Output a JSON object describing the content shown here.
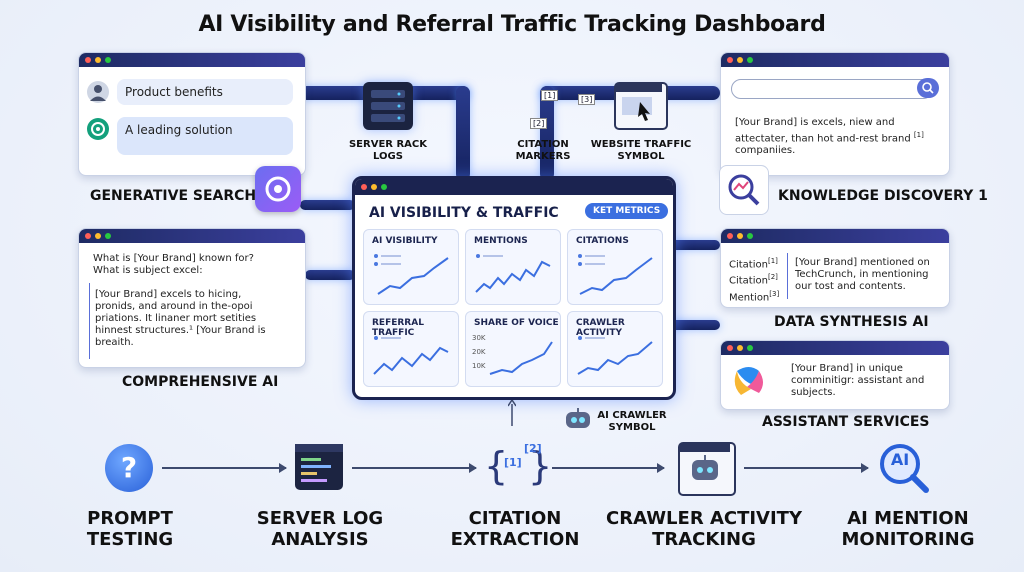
{
  "title": "AI Visibility and Referral Traffic Tracking Dashboard",
  "generative_search": {
    "label": "GENERATIVE SEARCH 1",
    "bubbles": [
      "Product benefits",
      "A leading solution"
    ]
  },
  "server_rack": {
    "label_line1": "SERVER RACK",
    "label_line2": "LOGS"
  },
  "citation_markers": {
    "label_line1": "CITATION",
    "label_line2": "MARKERS",
    "tags": [
      "[1]",
      "[3]",
      "[2]"
    ]
  },
  "website_traffic": {
    "label_line1": "WEBSITE TRAFFIC",
    "label_line2": "SYMBOL"
  },
  "knowledge_discovery": {
    "label": "KNOWLEDGE DISCOVERY 1",
    "text_line1": "[Your Brand] is excels, niew and",
    "text_line2": "attectater, than hot and-rest brand",
    "text_sup": "[1]",
    "text_line3": "companiies."
  },
  "comprehensive": {
    "label": "COMPREHENSIVE AI",
    "q1": "What is [Your Brand] known for?",
    "q2": "What is subject excel:",
    "a1": "[Your Brand] excels to hicing,",
    "a2": "pronids, and around in the-opoi",
    "a3": "priations. It linaner mort setities",
    "a4": "hinnest structures.¹ [Your Brand is",
    "a5": "breaith."
  },
  "dashboard": {
    "heading": "AI VISIBILITY & TRAFFIC",
    "badge": "KET METRICS",
    "tiles": [
      {
        "title": "AI VISIBILITY"
      },
      {
        "title": "MENTIONS"
      },
      {
        "title": "CITATIONS"
      },
      {
        "title": "REFERRAL TRAFFIC"
      },
      {
        "title": "SHARE OF VOICE",
        "ticks": [
          "30K",
          "20K",
          "10K"
        ]
      },
      {
        "title": "CRAWLER ACTIVITY"
      }
    ]
  },
  "data_synthesis": {
    "label": "DATA SYNTHESIS AI",
    "cit1": "Citation",
    "sup1": "[1]",
    "cit2": "Citation",
    "sup2": "[2]",
    "cit3": "Mention",
    "sup3": "[3]",
    "t1": "[Your Brand] mentioned on",
    "t2": "TechCrunch, in mentioning",
    "t3": "our tost and contents."
  },
  "assistant": {
    "label": "ASSISTANT SERVICES",
    "t1": "[Your Brand] in unique",
    "t2": "comminitigr: assistant and",
    "t3": "subjects."
  },
  "crawler_symbol": {
    "label_line1": "AI CRAWLER",
    "label_line2": "SYMBOL"
  },
  "steps": [
    {
      "line1": "PROMPT",
      "line2": "TESTING"
    },
    {
      "line1": "SERVER LOG",
      "line2": "ANALYSIS"
    },
    {
      "line1": "CITATION",
      "line2": "EXTRACTION"
    },
    {
      "line1": "CRAWLER ACTIVITY",
      "line2": "TRACKING"
    },
    {
      "line1": "AI MENTION",
      "line2": "MONITORING"
    }
  ],
  "citation_icon_tags": [
    "[1]",
    "[2]"
  ],
  "ai_badge": "AI",
  "question_mark": "?",
  "colors": {
    "navy": "#1e2b63",
    "accent": "#3b6fe0",
    "pipe_glow": "#5b8cff"
  }
}
